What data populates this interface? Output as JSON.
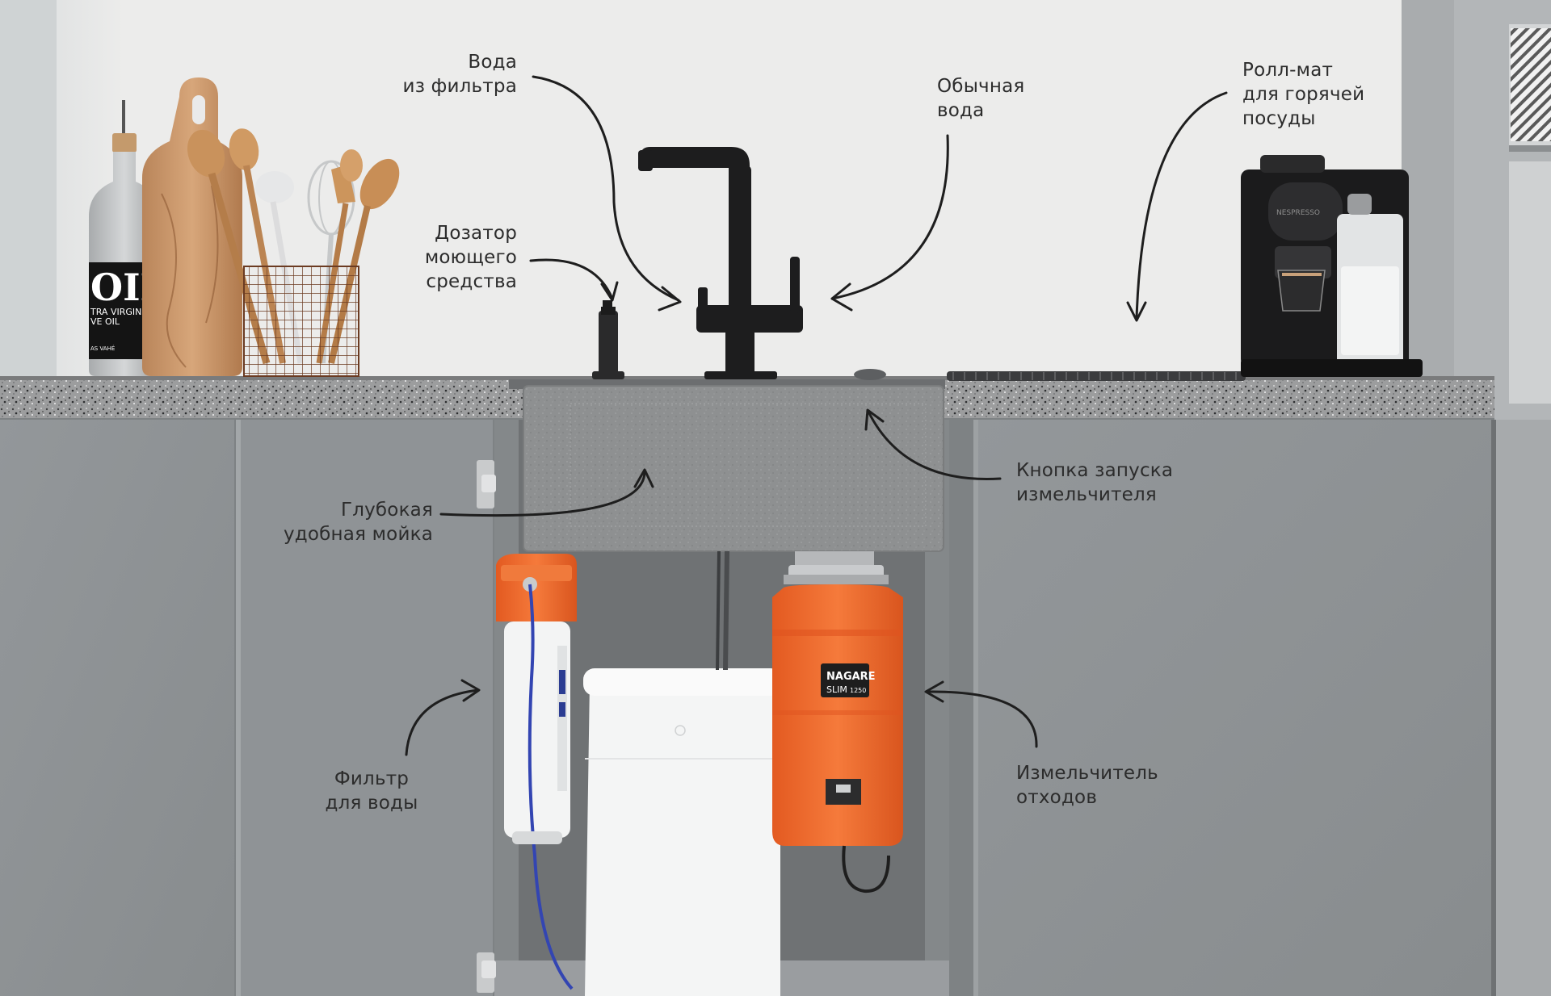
{
  "labels": {
    "filtered_water": [
      "Вода",
      "из фильтра"
    ],
    "regular_water": [
      "Обычная",
      "вода"
    ],
    "roll_mat": [
      "Ролл-мат",
      "для горячей",
      "посуды"
    ],
    "detergent_dispenser": [
      "Дозатор",
      "моющего",
      "средства"
    ],
    "disposer_button": [
      "Кнопка запуска",
      "измельчителя"
    ],
    "deep_sink": [
      "Глубокая",
      "удобная мойка"
    ],
    "water_filter": [
      "Фильтр",
      "для воды"
    ],
    "waste_disposer": [
      "Измельчитель",
      "отходов"
    ]
  },
  "products": {
    "disposer_brand_line1": "NAGARE",
    "disposer_brand_line2": "SLIM",
    "disposer_model": "1250",
    "oil_big": "OIL",
    "oil_line1": "TRA VIRGIN",
    "oil_line2": "VE OIL",
    "oil_line3": "AS VAHÉ",
    "coffee_brand": "NESPRESSO"
  },
  "colors": {
    "accent_orange": "#ef6a2e",
    "cabinet_gray": "#8c9091",
    "sink_gray": "#8b8d8e",
    "wall": "#eaeaea",
    "faucet_black": "#1c1c1c",
    "annotation_text": "#2c2c2c"
  }
}
